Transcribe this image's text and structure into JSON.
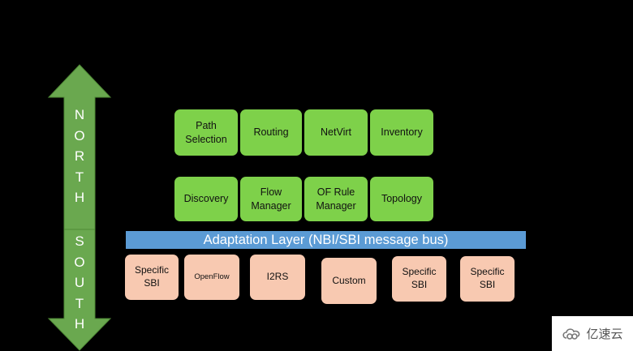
{
  "colors": {
    "background": "#000000",
    "arrow": "#6aa84f",
    "arrow_dark": "#4f8a36",
    "green_box": "#7ed14a",
    "peach_box": "#f8c9b1",
    "bus": "#5b9bd5"
  },
  "arrow": {
    "north_letters": [
      "N",
      "O",
      "R",
      "T",
      "H"
    ],
    "south_letters": [
      "S",
      "O",
      "U",
      "T",
      "H"
    ]
  },
  "northbound_row1": [
    "Path\nSelection",
    "Routing",
    "NetVirt",
    "Inventory"
  ],
  "northbound_row2": [
    "Discovery",
    "Flow\nManager",
    "OF Rule\nManager",
    "Topology"
  ],
  "bus_label": "Adaptation Layer (NBI/SBI message bus)",
  "southbound": [
    "Specific\nSBI",
    "OpenFlow",
    "I2RS",
    "Custom",
    "Specific\nSBI",
    "Specific\nSBI"
  ],
  "watermark": {
    "text": "亿速云",
    "icon": "cloud-logo-icon"
  }
}
